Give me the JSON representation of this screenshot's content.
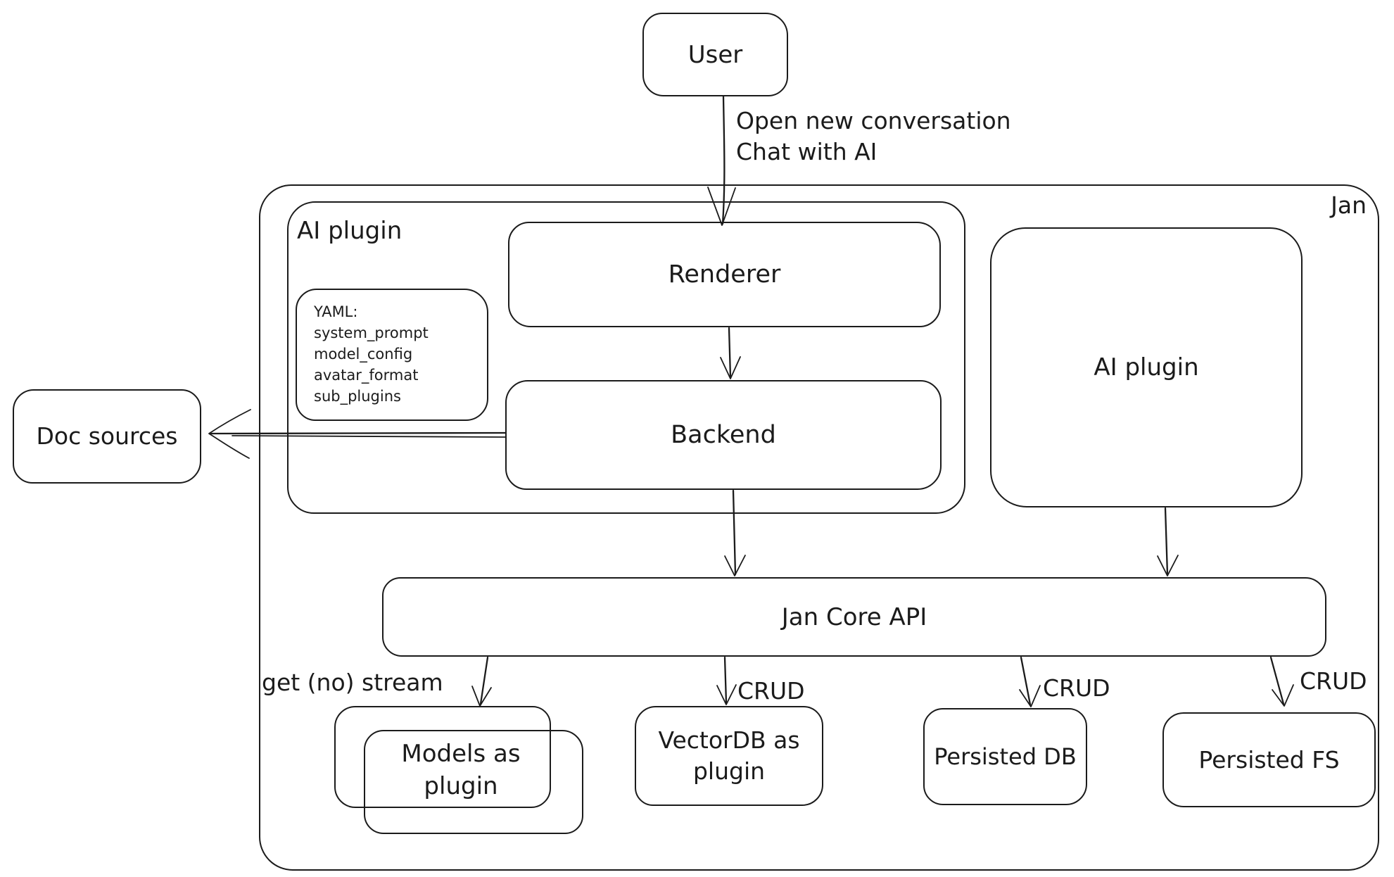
{
  "colors": {
    "stroke": "#1b1b1b",
    "background": "#ffffff"
  },
  "containers": {
    "jan": {
      "label": "Jan"
    },
    "ai_plugin_left": {
      "label": "AI plugin"
    }
  },
  "nodes": {
    "user": {
      "label": "User"
    },
    "renderer": {
      "label": "Renderer"
    },
    "backend": {
      "label": "Backend"
    },
    "doc_sources": {
      "label": "Doc sources"
    },
    "ai_plugin_right": {
      "label": "AI plugin"
    },
    "jan_core_api": {
      "label": "Jan Core API"
    },
    "models_as_plugin": {
      "label": "Models as plugin"
    },
    "vectordb_as_plugin": {
      "label": "VectorDB as plugin"
    },
    "persisted_db": {
      "label": "Persisted DB"
    },
    "persisted_fs": {
      "label": "Persisted FS"
    }
  },
  "notes": {
    "yaml": {
      "lines": [
        "YAML:",
        "system_prompt",
        "model_config",
        "avatar_format",
        "sub_plugins"
      ]
    }
  },
  "edge_labels": {
    "user_to_renderer_line1": "Open new conversation",
    "user_to_renderer_line2": "Chat with AI",
    "api_to_models": "get (no) stream",
    "api_to_vectordb": "CRUD",
    "api_to_persisted_db": "CRUD",
    "api_to_persisted_fs": "CRUD"
  }
}
